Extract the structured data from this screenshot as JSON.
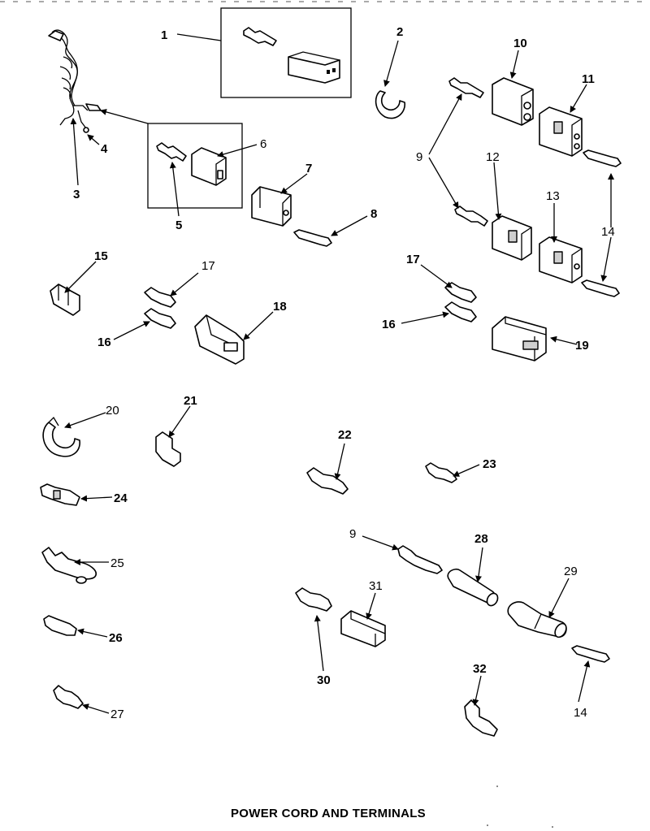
{
  "title": "POWER CORD AND TERMINALS",
  "callouts": {
    "c1": "1",
    "c2": "2",
    "c3": "3",
    "c4": "4",
    "c5": "5",
    "c6": "6",
    "c7": "7",
    "c8": "8",
    "c9a": "9",
    "c9b": "9",
    "c10": "10",
    "c11": "11",
    "c12": "12",
    "c13": "13",
    "c14a": "14",
    "c14b": "14",
    "c15": "15",
    "c16a": "16",
    "c16b": "16",
    "c17a": "17",
    "c17b": "17",
    "c18": "18",
    "c19": "19",
    "c20": "20",
    "c21": "21",
    "c22": "22",
    "c23": "23",
    "c24": "24",
    "c25": "25",
    "c26": "26",
    "c27": "27",
    "c28": "28",
    "c29": "29",
    "c30": "30",
    "c31": "31",
    "c32": "32"
  }
}
